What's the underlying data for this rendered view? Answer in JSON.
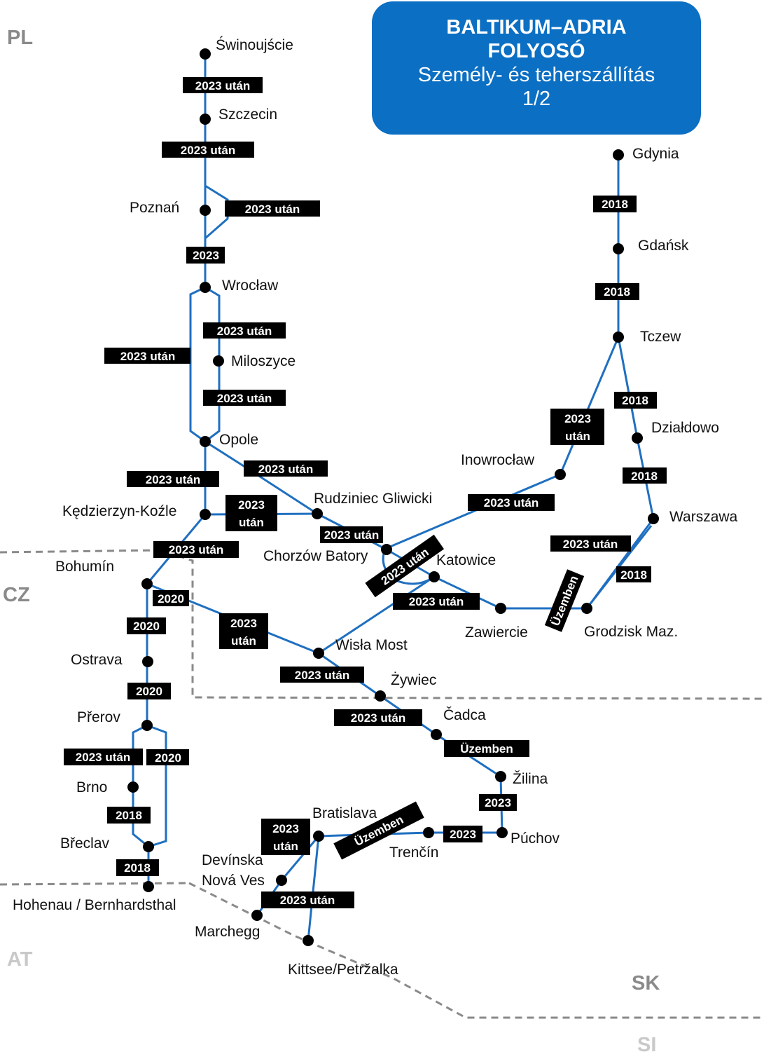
{
  "title": {
    "line1": "BALTIKUM–ADRIA",
    "line2": "FOLYOSÓ",
    "line3": "Személy- és teherszállítás",
    "line4": "1/2"
  },
  "countries": {
    "pl": "PL",
    "cz": "CZ",
    "at": "AT",
    "sk": "SK",
    "si": "SI"
  },
  "stations": {
    "swinoujscie": "Świnoujście",
    "szczecin": "Szczecin",
    "poznan": "Poznań",
    "wroclaw": "Wrocław",
    "miloszyce": "Miloszyce",
    "opole": "Opole",
    "kedzierzyn": "Kędzierzyn-Koźle",
    "rudziniec": "Rudziniec Gliwicki",
    "chorzow": "Chorzów Batory",
    "katowice": "Katowice",
    "zawiercie": "Zawiercie",
    "grodzisk": "Grodzisk Maz.",
    "warszawa": "Warszawa",
    "dzialdowo": "Działdowo",
    "tczew": "Tczew",
    "gdansk": "Gdańsk",
    "gdynia": "Gdynia",
    "inowroclaw": "Inowrocław",
    "bohumin": "Bohumín",
    "ostrava": "Ostrava",
    "prerov": "Přerov",
    "brno": "Brno",
    "breclav": "Břeclav",
    "hohenau": "Hohenau / Bernhardsthal",
    "wisla": "Wisła Most",
    "zywiec": "Żywiec",
    "cadca": "Čadca",
    "zilina": "Žilina",
    "puchov": "Púchov",
    "trencin": "Trenčín",
    "bratislava": "Bratislava",
    "devinska1": "Devínska",
    "devinska2": "Nová Ves",
    "marchegg": "Marchegg",
    "kittsee": "Kittsee/Petržalka"
  },
  "badges": {
    "b01": "2023 után",
    "b02": "2023 után",
    "b03": "2023 után",
    "b04": "2023",
    "b05": "2023 után",
    "b06": "2023 után",
    "b07": "2023 után",
    "b08": "2023 után",
    "b09": "2023 után",
    "b10": "2023 után",
    "b11a": "2023",
    "b11b": "után",
    "b12": "2023 után",
    "b13": "2023 után",
    "b14": "2023 után",
    "b15": "2023 után",
    "b16": "2023 után",
    "b17": "Üzemben",
    "b18": "2018",
    "b19": "2018",
    "b20": "2018",
    "b21": "2018",
    "b22": "2018",
    "b23a": "2023",
    "b23b": "után",
    "b24": "2020",
    "b25": "2020",
    "b26": "2020",
    "b27": "2020",
    "b28": "2023 után",
    "b29": "2018",
    "b30": "2018",
    "b31a": "2023",
    "b31b": "után",
    "b32": "2023 után",
    "b33": "2023 után",
    "b34": "Üzemben",
    "b35": "2023",
    "b36": "2023",
    "b37": "Üzemben",
    "b38a": "2023",
    "b38b": "után",
    "b39": "2023 után"
  },
  "colors": {
    "line": "#1f6fc0",
    "title_bg": "#0b6fc3",
    "badge_bg": "#000000",
    "border": "#8a8a8a"
  }
}
